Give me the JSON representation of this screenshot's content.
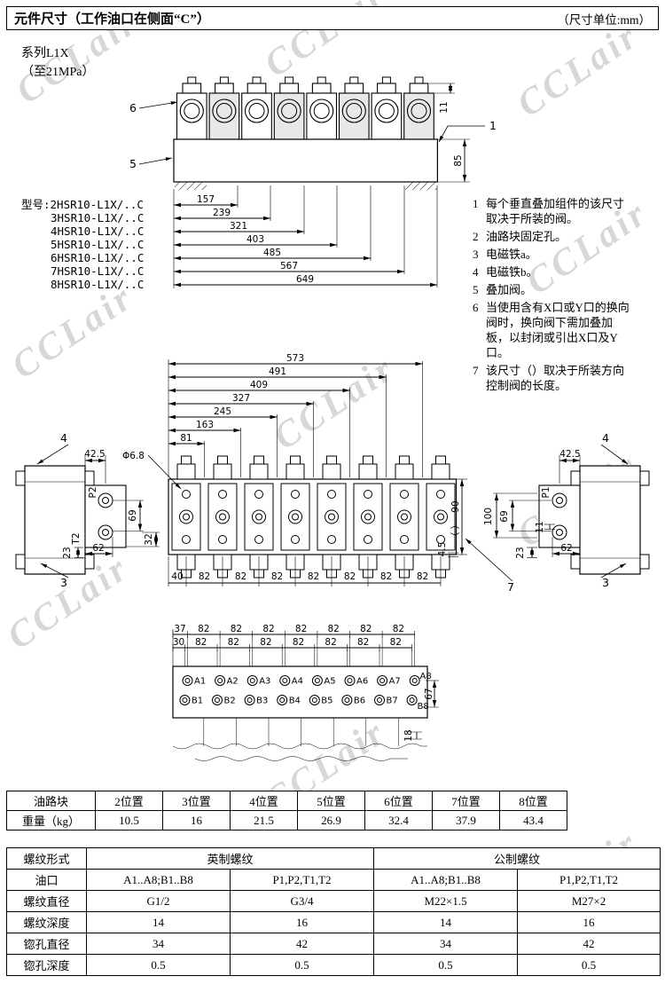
{
  "watermark": "CCLair",
  "header": {
    "title": "元件尺寸（工作油口在侧面“C”）",
    "unit": "（尺寸单位:mm）"
  },
  "series": {
    "name": "系列L1X",
    "pressure": "（至21MPa）"
  },
  "models": {
    "label": "型号:",
    "items": [
      "2HSR10-L1X/..C",
      "3HSR10-L1X/..C",
      "4HSR10-L1X/..C",
      "5HSR10-L1X/..C",
      "6HSR10-L1X/..C",
      "7HSR10-L1X/..C",
      "8HSR10-L1X/..C"
    ]
  },
  "notes": [
    {
      "num": "1",
      "text": "每个垂直叠加组件的该尺寸取决于所装的阀。"
    },
    {
      "num": "2",
      "text": "油路块固定孔。"
    },
    {
      "num": "3",
      "text": "电磁铁a。"
    },
    {
      "num": "4",
      "text": "电磁铁b。"
    },
    {
      "num": "5",
      "text": "叠加阀。"
    },
    {
      "num": "6",
      "text": "当使用含有X口或Y口的换向阀时，换向阀下需加叠加板，以封闭或引出X口及Y口。"
    },
    {
      "num": "7",
      "text": "该尺寸（）取决于所装方向控制阀的长度。"
    }
  ],
  "front_view": {
    "callout_6": "6",
    "callout_5": "5",
    "callout_1": "1",
    "dim_11": "11",
    "dim_85": "85",
    "width_dims": [
      "157",
      "239",
      "321",
      "403",
      "485",
      "567",
      "649"
    ]
  },
  "top_view": {
    "length_dims": [
      "573",
      "491",
      "409",
      "327",
      "245",
      "163",
      "81"
    ],
    "hole_dia": "Φ6.8",
    "pitch_dims": [
      "40",
      "82",
      "82",
      "82",
      "82",
      "82",
      "82",
      "82"
    ],
    "left": {
      "dim_425": "42.5",
      "port_p": "P2",
      "port_t": "T2",
      "dim_69": "69",
      "dim_62": "62",
      "dim_23": "23",
      "dim_32": "32"
    },
    "right": {
      "dim_425": "42.5",
      "port_p": "P1",
      "dim_100": "100",
      "dim_69": "69",
      "dim_62": "62",
      "dim_23": "23",
      "dim_11": "11"
    },
    "dim_90": "90",
    "dim_paren": "（ ）",
    "dim_45": "4.5",
    "callout_4": "4",
    "callout_3": "3",
    "callout_7": "7"
  },
  "port_view": {
    "row_a_dims": [
      "37",
      "82",
      "82",
      "82",
      "82",
      "82",
      "82",
      "82"
    ],
    "row_b_dims": [
      "30",
      "82",
      "82",
      "82",
      "82",
      "82",
      "82",
      "82"
    ],
    "a_ports": [
      "A1",
      "A2",
      "A3",
      "A4",
      "A5",
      "A6",
      "A7",
      "A8"
    ],
    "b_ports": [
      "B1",
      "B2",
      "B3",
      "B4",
      "B5",
      "B6",
      "B7",
      "B8"
    ],
    "dim_67": "67",
    "dim_18": "18"
  },
  "weight_table": {
    "header": [
      "油路块",
      "2位置",
      "3位置",
      "4位置",
      "5位置",
      "6位置",
      "7位置",
      "8位置"
    ],
    "row_label": "重量（kg）",
    "values": [
      "10.5",
      "16",
      "21.5",
      "26.9",
      "32.4",
      "37.9",
      "43.4"
    ]
  },
  "thread_table": {
    "r1": [
      "螺纹形式",
      "英制螺纹",
      "公制螺纹"
    ],
    "r2": [
      "油口",
      "A1..A8;B1..B8",
      "P1,P2,T1,T2",
      "A1..A8;B1..B8",
      "P1,P2,T1,T2"
    ],
    "r3": [
      "螺纹直径",
      "G1/2",
      "G3/4",
      "M22×1.5",
      "M27×2"
    ],
    "r4": [
      "螺纹深度",
      "14",
      "16",
      "14",
      "16"
    ],
    "r5": [
      "锪孔直径",
      "34",
      "42",
      "34",
      "42"
    ],
    "r6": [
      "锪孔深度",
      "0.5",
      "0.5",
      "0.5",
      "0.5"
    ]
  }
}
